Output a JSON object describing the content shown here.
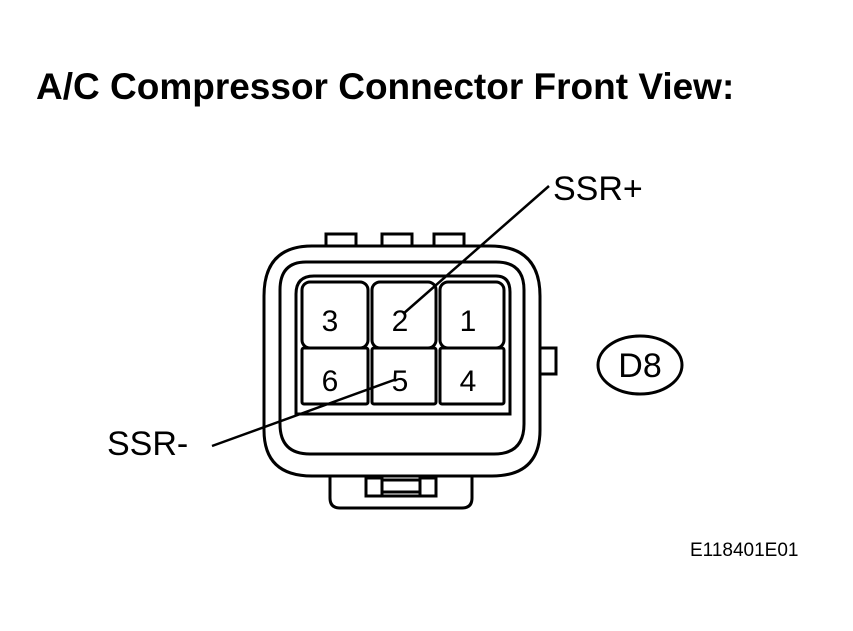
{
  "title": "A/C Compressor Connector Front View:",
  "connector_id": "D8",
  "pins": [
    {
      "number": "3"
    },
    {
      "number": "2"
    },
    {
      "number": "1"
    },
    {
      "number": "6"
    },
    {
      "number": "5"
    },
    {
      "number": "4"
    }
  ],
  "callouts": [
    {
      "label": "SSR+",
      "pin": "2"
    },
    {
      "label": "SSR-",
      "pin": "5"
    }
  ],
  "reference_code": "E118401E01",
  "colors": {
    "line": "#000000",
    "background": "#ffffff"
  }
}
